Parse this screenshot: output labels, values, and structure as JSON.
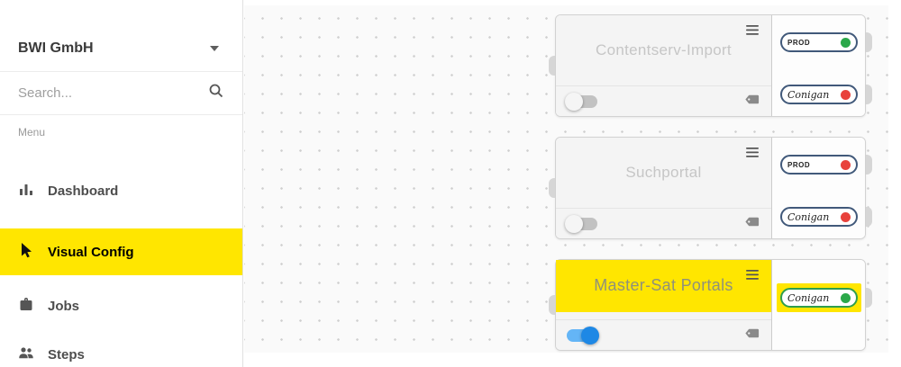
{
  "colors": {
    "highlight_yellow": "#ffe600",
    "toggle_on_track": "#64b5f6",
    "toggle_on_knob": "#1e88e5",
    "status_green": "#2ba84a",
    "status_red": "#e8423c"
  },
  "sidebar": {
    "company_selector": {
      "value": "BWI GmbH",
      "icon": "caret-down-icon"
    },
    "search": {
      "placeholder": "Search...",
      "icon": "search-icon"
    },
    "menu_label": "Menu",
    "items": [
      {
        "label": "Dashboard",
        "icon": "bar-chart-icon",
        "active": false
      },
      {
        "label": "Visual Config",
        "icon": "cursor-pointer-icon",
        "active": true
      },
      {
        "label": "Jobs",
        "icon": "briefcase-icon",
        "active": false
      },
      {
        "label": "Steps",
        "icon": "people-icon",
        "active": false
      }
    ]
  },
  "canvas": {
    "nodes": [
      {
        "title": "Contentserv-Import",
        "toggle_on": false,
        "highlighted": false,
        "icons": [
          "hamburger-menu-icon",
          "tag-icon"
        ],
        "badges": [
          {
            "label": "PROD",
            "dot_color": "#2ba84a",
            "border_color": "#41597a",
            "highlighted": false
          },
          {
            "label": "Conigan",
            "dot_color": "#e8423c",
            "border_color": "#41597a",
            "highlighted": false
          }
        ]
      },
      {
        "title": "Suchportal",
        "toggle_on": false,
        "highlighted": false,
        "icons": [
          "hamburger-menu-icon",
          "tag-icon"
        ],
        "badges": [
          {
            "label": "PROD",
            "dot_color": "#e8423c",
            "border_color": "#41597a",
            "highlighted": false
          },
          {
            "label": "Conigan",
            "dot_color": "#e8423c",
            "border_color": "#41597a",
            "highlighted": false
          }
        ]
      },
      {
        "title": "Master-Sat Portals",
        "toggle_on": true,
        "highlighted": true,
        "icons": [
          "hamburger-menu-icon",
          "tag-icon"
        ],
        "badges": [
          {
            "label": "Conigan",
            "dot_color": "#2ba84a",
            "border_color": "#2f9e4e",
            "highlighted": true
          }
        ]
      }
    ]
  }
}
